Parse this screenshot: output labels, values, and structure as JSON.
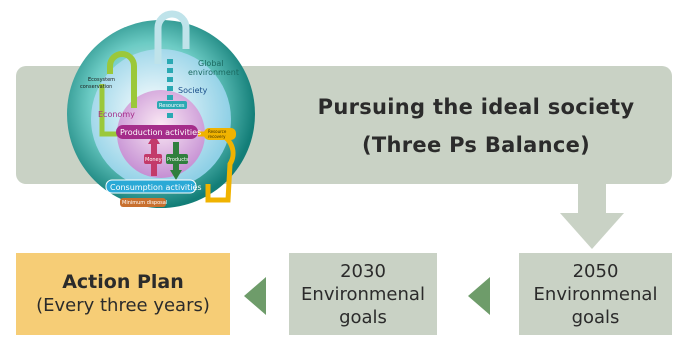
{
  "banner": {
    "line1": "Pursuing the ideal society",
    "line2": "(Three Ps Balance)"
  },
  "boxes": {
    "action": {
      "title": "Action Plan",
      "subtitle": "(Every three years)"
    },
    "goals_2030": {
      "year": "2030",
      "line1": "Environmenal",
      "line2": "goals"
    },
    "goals_2050": {
      "year": "2050",
      "line1": "Environmenal",
      "line2": "goals"
    }
  },
  "globe": {
    "global_environment_1": "Global",
    "global_environment_2": "environment",
    "society": "Society",
    "economy": "Economy",
    "ecosystem_1": "Ecosystem",
    "ecosystem_2": "conservation",
    "resources": "Resources",
    "production": "Production activities",
    "money": "Money",
    "products": "Products",
    "resource_recovery_1": "Resource",
    "resource_recovery_2": "recovery",
    "consumption": "Consumption activities",
    "minimum_disposal": "Minimum disposal"
  },
  "colors": {
    "banner": "#c9d2c5",
    "action_plan": "#f6cd76",
    "arrow_green": "#6e9c6a",
    "globe_outer": "#1f9b8e",
    "globe_inner": "#b78fcf"
  }
}
